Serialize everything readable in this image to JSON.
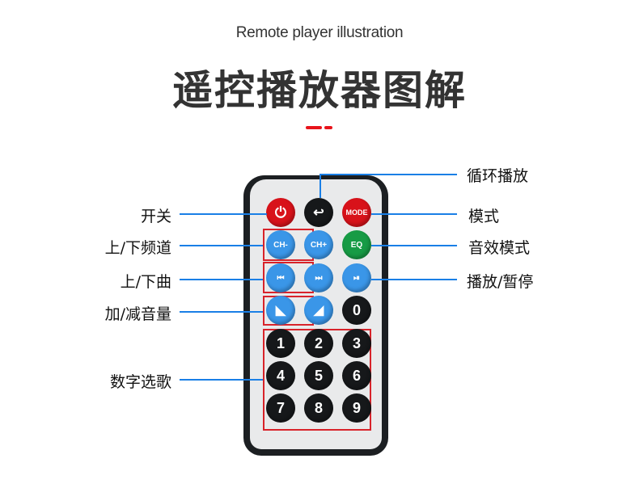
{
  "header": {
    "subtitle": "Remote player illustration",
    "title": "遥控播放器图解"
  },
  "labels_left": {
    "power": "开关",
    "channel": "上/下频道",
    "track": "上/下曲",
    "volume": "加/减音量",
    "digits": "数字选歌"
  },
  "labels_right": {
    "loop": "循环播放",
    "mode": "模式",
    "eq": "音效模式",
    "play_pause": "播放/暂停"
  },
  "buttons": {
    "power": "⏻",
    "loop": "↩",
    "mode": "MODE",
    "ch_minus": "CH-",
    "ch_plus": "CH+",
    "eq": "EQ",
    "prev": "⏮",
    "next": "⏭",
    "play_pause": "⏯",
    "vol_down": "◣",
    "vol_up": "◢",
    "d0": "0",
    "d1": "1",
    "d2": "2",
    "d3": "3",
    "d4": "4",
    "d5": "5",
    "d6": "6",
    "d7": "7",
    "d8": "8",
    "d9": "9"
  },
  "colors": {
    "accent_line": "#1a7fe6",
    "highlight_box": "#d8232a",
    "title_dash": "#e8141b"
  }
}
